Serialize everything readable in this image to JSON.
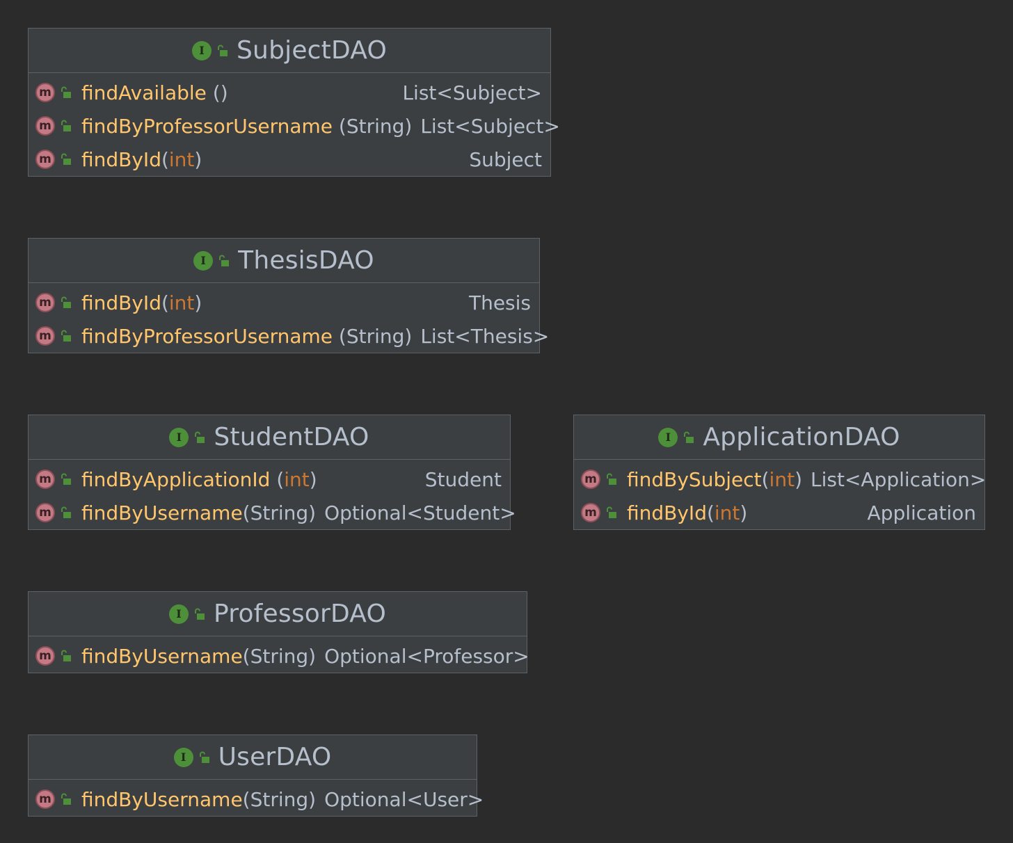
{
  "diagram": {
    "nodes": [
      {
        "id": "subject-dao",
        "name": "SubjectDAO",
        "kind_icon": "interface-icon",
        "kind_letter": "I",
        "methods": [
          {
            "name": "findAvailable",
            "open": " (",
            "param": "",
            "close": ")",
            "return_base": "List",
            "return_lt": "<",
            "return_arg": "Subject",
            "return_gt": ">"
          },
          {
            "name": "findByProfessorUsername",
            "open": " (",
            "param": "String",
            "close": ")",
            "return_base": "List",
            "return_lt": "<",
            "return_arg": "Subject",
            "return_gt": ">"
          },
          {
            "name": "findById",
            "open": "(",
            "param": "int",
            "close": ")",
            "return_base": "Subject",
            "return_lt": "",
            "return_arg": "",
            "return_gt": ""
          }
        ]
      },
      {
        "id": "thesis-dao",
        "name": "ThesisDAO",
        "kind_icon": "interface-icon",
        "kind_letter": "I",
        "methods": [
          {
            "name": "findById",
            "open": "(",
            "param": "int",
            "close": ")",
            "return_base": "Thesis",
            "return_lt": "",
            "return_arg": "",
            "return_gt": ""
          },
          {
            "name": "findByProfessorUsername",
            "open": " (",
            "param": "String",
            "close": ")",
            "return_base": "List",
            "return_lt": "<",
            "return_arg": "Thesis",
            "return_gt": ">"
          }
        ]
      },
      {
        "id": "student-dao",
        "name": "StudentDAO",
        "kind_icon": "interface-icon",
        "kind_letter": "I",
        "methods": [
          {
            "name": "findByApplicationId",
            "open": " (",
            "param": "int",
            "close": ")",
            "return_base": "Student",
            "return_lt": "",
            "return_arg": "",
            "return_gt": ""
          },
          {
            "name": "findByUsername",
            "open": "(",
            "param": "String",
            "close": ")",
            "return_base": "Optional",
            "return_lt": "<",
            "return_arg": "Student",
            "return_gt": ">"
          }
        ]
      },
      {
        "id": "application-dao",
        "name": "ApplicationDAO",
        "kind_icon": "interface-icon",
        "kind_letter": "I",
        "methods": [
          {
            "name": "findBySubject",
            "open": "(",
            "param": "int",
            "close": ")",
            "return_base": "List",
            "return_lt": "<",
            "return_arg": "Application",
            "return_gt": ">"
          },
          {
            "name": "findById",
            "open": "(",
            "param": "int",
            "close": ")",
            "return_base": "Application",
            "return_lt": "",
            "return_arg": "",
            "return_gt": ""
          }
        ]
      },
      {
        "id": "professor-dao",
        "name": "ProfessorDAO",
        "kind_icon": "interface-icon",
        "kind_letter": "I",
        "methods": [
          {
            "name": "findByUsername",
            "open": "(",
            "param": "String",
            "close": ")",
            "return_base": "Optional",
            "return_lt": "<",
            "return_arg": "Professor",
            "return_gt": ">"
          }
        ]
      },
      {
        "id": "user-dao",
        "name": "UserDAO",
        "kind_icon": "interface-icon",
        "kind_letter": "I",
        "methods": [
          {
            "name": "findByUsername",
            "open": "(",
            "param": "String",
            "close": ")",
            "return_base": "Optional",
            "return_lt": "<",
            "return_arg": "User",
            "return_gt": ">"
          }
        ]
      }
    ],
    "method_icon_letter": "m",
    "colors": {
      "background": "#2b2b2b",
      "node_fill": "#3c3f41",
      "node_border": "#5f6265",
      "interface_icon": "#4e8f3a",
      "method_icon": "#c37a84",
      "method_name": "#ffc66d",
      "primitive_type": "#cc7832",
      "text": "#b6bfcc"
    }
  }
}
